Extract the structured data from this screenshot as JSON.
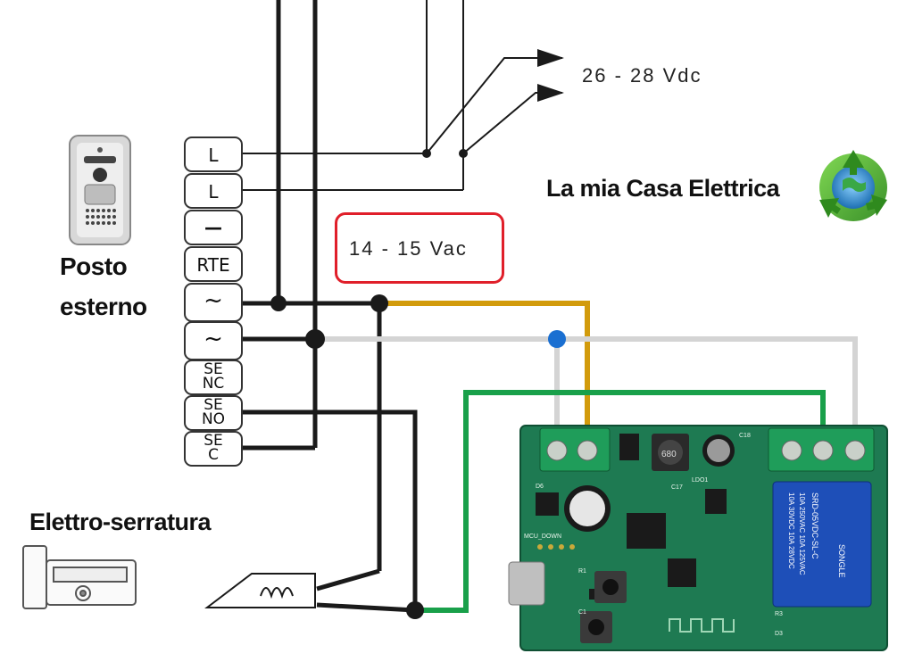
{
  "brand": {
    "title": "La mia Casa Elettrica",
    "logo_icon": "recycle-globe-icon"
  },
  "voltages": {
    "dc": "26 - 28 Vdc",
    "ac": "14 - 15 Vac"
  },
  "outdoor_station": {
    "label_line1": "Posto",
    "label_line2": "esterno",
    "icon": "intercom-panel-icon"
  },
  "lock": {
    "label": "Elettro-serratura",
    "icon": "electric-lock-icon"
  },
  "terminals": [
    {
      "id": "L1",
      "line1": "L",
      "line2": ""
    },
    {
      "id": "L2",
      "line1": "L",
      "line2": ""
    },
    {
      "id": "minus",
      "line1": "—",
      "line2": ""
    },
    {
      "id": "RTE",
      "line1": "RTE",
      "line2": ""
    },
    {
      "id": "ac1",
      "line1": "~",
      "line2": ""
    },
    {
      "id": "ac2",
      "line1": "~",
      "line2": ""
    },
    {
      "id": "SENC",
      "line1": "SE",
      "line2": "NC"
    },
    {
      "id": "SENO",
      "line1": "SE",
      "line2": "NO"
    },
    {
      "id": "SEC",
      "line1": "SE",
      "line2": "C"
    }
  ],
  "module": {
    "relay_line1": "SONGLE",
    "relay_line2": "SRD-05VDC-SL-C",
    "relay_line3": "10A 250VAC 10A 125VAC",
    "relay_line4": "10A 30VDC 10A 28VDC",
    "inductor": "680",
    "labels": [
      "D6",
      "C17",
      "LDO1",
      "C18",
      "MCU_DOWN",
      "C1",
      "R1",
      "R3",
      "D3"
    ]
  },
  "colors": {
    "wire_black": "#1a1a1a",
    "wire_orange": "#d29b0c",
    "wire_grey": "#d0d0d0",
    "wire_green": "#19a04a",
    "junction_blue": "#1a6fd1",
    "box_red": "#e01f2a",
    "pcb_green": "#1e7a52"
  }
}
